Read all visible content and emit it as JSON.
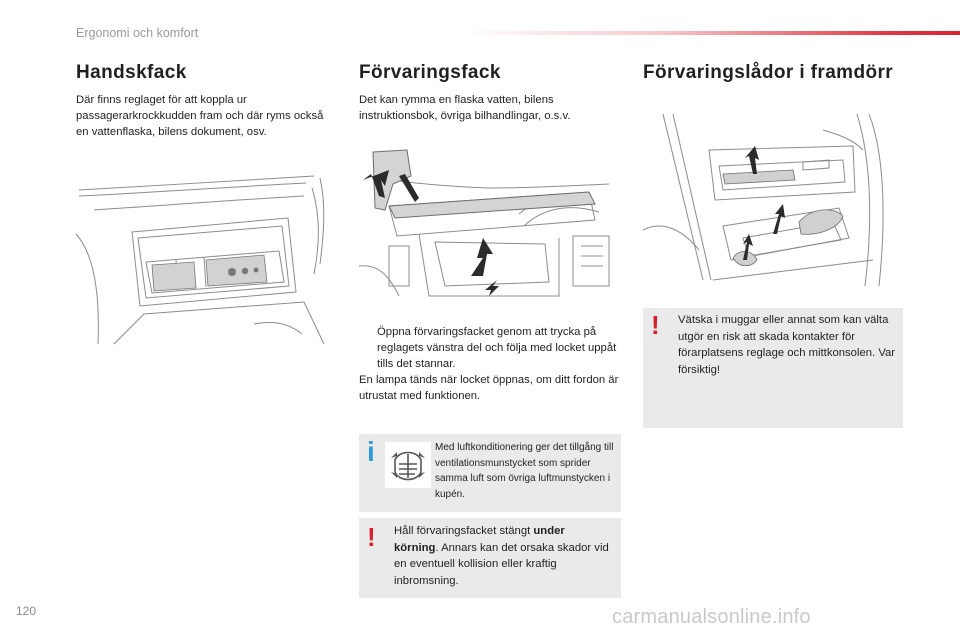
{
  "header": {
    "section": "Ergonomi och komfort"
  },
  "col1": {
    "title": "Handskfack",
    "text": "Där finns reglaget för att koppla ur passagerarkrockkudden fram och där ryms också en vattenflaska, bilens dokument, osv."
  },
  "col2": {
    "title": "Förvaringsfack",
    "text": "Det kan rymma en flaska vatten, bilens instruktionsbok, övriga bilhandlingar, o.s.v.",
    "step": "Öppna förvaringsfacket genom att trycka på reglagets vänstra del och följa med locket uppåt tills det stannar.",
    "step_bullet": "",
    "after": "En lampa tänds när locket öppnas, om ditt fordon är utrustat med funktionen.",
    "info": {
      "mark": "i",
      "text": "Med luftkonditionering ger det tillgång till ventilationsmunstycket som sprider samma luft som övriga luftmunstycken i kupén."
    },
    "warning": {
      "mark": "!",
      "text_pre": "Håll förvaringsfacket stängt ",
      "text_bold": "under körning",
      "text_post": ". Annars kan det orsaka skador vid en eventuell kollision eller kraftig inbromsning."
    }
  },
  "col3": {
    "title": "Förvaringslådor i framdörr",
    "warning": {
      "mark": "!",
      "text": "Vätska i muggar eller annat som kan välta utgör en risk att skada kontakter för förarplatsens reglage och mittkonsolen. Var försiktig!"
    }
  },
  "footer": {
    "page": "120",
    "watermark": "carmanualsonline.info"
  },
  "colors": {
    "accent": "#d8232e",
    "info": "#2e9bd6",
    "box": "#eaeaea"
  }
}
